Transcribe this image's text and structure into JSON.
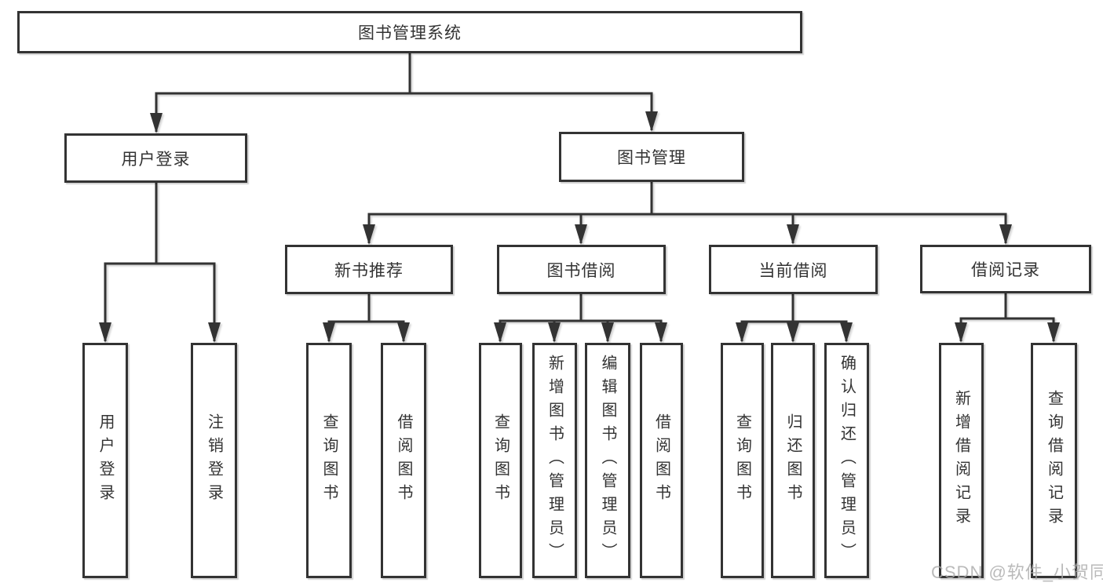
{
  "tree": {
    "root": {
      "label": "图书管理系统"
    },
    "user_login": {
      "label": "用户登录",
      "children": [
        {
          "label": "用户登录"
        },
        {
          "label": "注销登录"
        }
      ]
    },
    "book_management": {
      "label": "图书管理",
      "sections": [
        {
          "label": "新书推荐",
          "children": [
            {
              "label": "查询图书"
            },
            {
              "label": "借阅图书"
            }
          ]
        },
        {
          "label": "图书借阅",
          "children": [
            {
              "label": "查询图书"
            },
            {
              "label": "新增图书（管理员）"
            },
            {
              "label": "编辑图书（管理员）"
            },
            {
              "label": "借阅图书"
            }
          ]
        },
        {
          "label": "当前借阅",
          "children": [
            {
              "label": "查询图书"
            },
            {
              "label": "归还图书"
            },
            {
              "label": "确认归还（管理员）"
            }
          ]
        },
        {
          "label": "借阅记录",
          "children": [
            {
              "label": "新增借阅记录"
            },
            {
              "label": "查询借阅记录"
            }
          ]
        }
      ]
    }
  },
  "watermark": "CSDN @软件_小贺同学",
  "colors": {
    "line": "#333333",
    "box_border": "#333333",
    "text": "#333333",
    "background": "#ffffff",
    "watermark": "#aaaaaa"
  }
}
